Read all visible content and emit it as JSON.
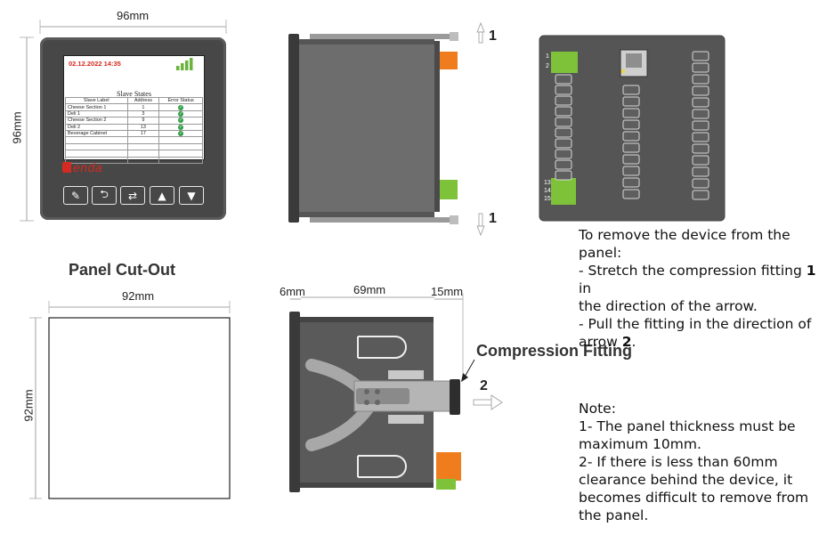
{
  "front_view": {
    "width_label": "96mm",
    "height_label": "96mm",
    "screen": {
      "datetime": "02.12.2022 14:35",
      "title": "Slave States",
      "columns": [
        "Slave Label",
        "Address",
        "Error Status"
      ],
      "rows": [
        {
          "label": "Cheese Section 1",
          "address": "1"
        },
        {
          "label": "Deli 1",
          "address": "3"
        },
        {
          "label": "Cheese Section 2",
          "address": "9"
        },
        {
          "label": "Deli 2",
          "address": "13"
        },
        {
          "label": "Beverage Cabinet",
          "address": "17"
        }
      ]
    },
    "brand": "enda",
    "buttons": [
      {
        "name": "edit-button",
        "icon": "edit-icon",
        "glyph": "✎"
      },
      {
        "name": "back-button",
        "icon": "back-arrow-icon",
        "glyph": "⮌"
      },
      {
        "name": "swap-button",
        "icon": "swap-icon",
        "glyph": "⇄"
      },
      {
        "name": "up-button",
        "icon": "triangle-up-icon",
        "glyph": "▲"
      },
      {
        "name": "down-button",
        "icon": "triangle-down-icon",
        "glyph": "▼"
      }
    ]
  },
  "side_view": {
    "arrow_top_label": "1",
    "arrow_bottom_label": "1"
  },
  "rear_view": {
    "terminal_labels_top": [
      "1",
      "2"
    ],
    "terminal_labels_bottom": [
      "13",
      "14",
      "15"
    ]
  },
  "panel_cutout": {
    "title": "Panel Cut-Out",
    "width_label": "92mm",
    "height_label": "92mm"
  },
  "cross_section": {
    "dim_left": "6mm",
    "dim_mid": "69mm",
    "dim_right": "15mm",
    "fitting_label": "Compression Fitting",
    "arrow_label": "2"
  },
  "instructions": {
    "line1": "To remove the device from the",
    "line2": "panel:",
    "line3_pre": "- Stretch the compression fitting ",
    "line3_bold": "1",
    "line3_post": " in",
    "line4": "the direction of the arrow.",
    "line5": "- Pull the fitting in the direction of",
    "line6_pre": "arrow ",
    "line6_bold": "2",
    "line6_post": "."
  },
  "note": {
    "heading": "Note:",
    "line1": "1- The panel thickness must be",
    "line2": "maximum 10mm.",
    "line3": "2- If there is less than 60mm",
    "line4": "clearance behind the device, it",
    "line5": "becomes difficult to remove from",
    "line6": "the panel."
  },
  "colors": {
    "brand_red": "#d42a1f",
    "terminal_green": "#7ec23a",
    "terminal_orange": "#ef7d1e",
    "device_gray": "#3d3d3d"
  }
}
